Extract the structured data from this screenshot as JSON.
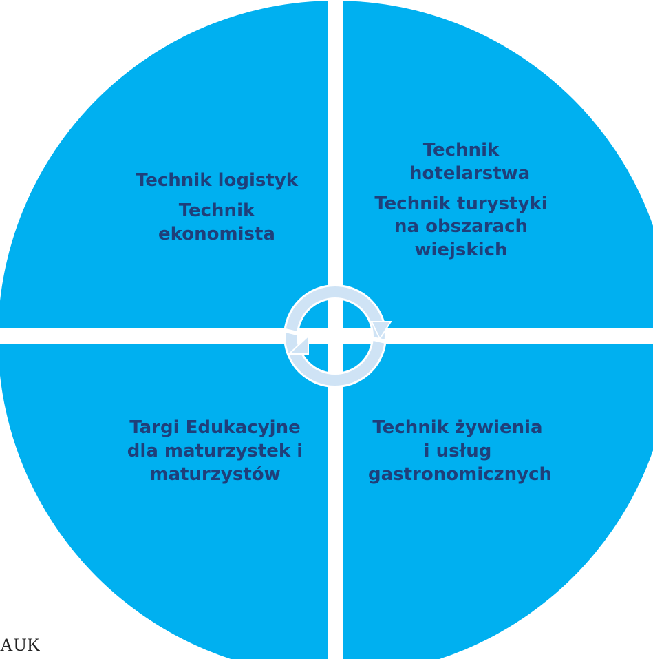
{
  "colors": {
    "quadrant_fill": "#00b0f0",
    "label_text": "#1f3f7a",
    "separator": "#ffffff",
    "cycle_arrows": "#cfe3f5"
  },
  "quadrants": {
    "top_left": {
      "lines": [
        "Technik logistyk",
        "Technik ekonomista"
      ]
    },
    "top_right": {
      "lines": [
        "Technik hotelarstwa",
        "Technik turystyki na obszarach wiejskich"
      ]
    },
    "bottom_left": {
      "lines": [
        "Targi Edukacyjne dla maturzystek i maturzystów"
      ]
    },
    "bottom_right": {
      "lines": [
        "Technik żywienia i usług gastronomicznych"
      ]
    }
  },
  "center_icon": "circular-arrows-cycle-icon",
  "footer": {
    "text": "AUK"
  }
}
